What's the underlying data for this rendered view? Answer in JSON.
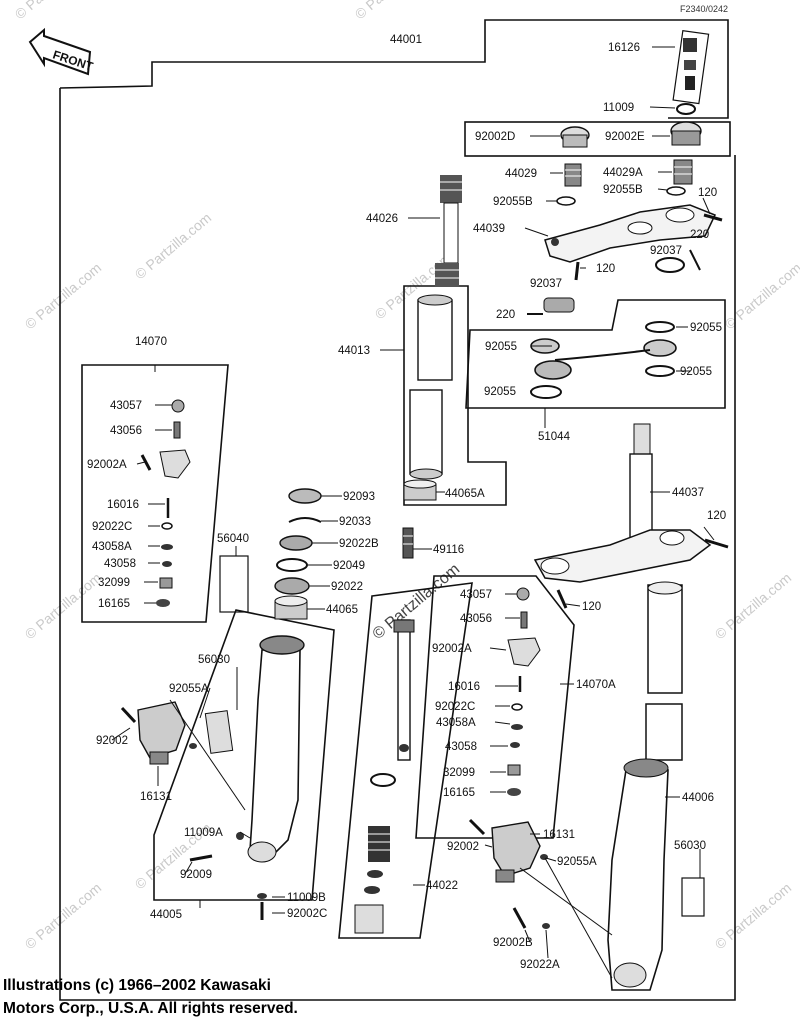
{
  "figure_ref": "F2340/0242",
  "front_label": "FRONT",
  "watermark": "© Partzilla.com",
  "copyright": {
    "line1": "Illustrations (c) 1966–2002 Kawasaki",
    "line2": "Motors Corp., U.S.A.  All rights reserved."
  },
  "parts": {
    "p44001": "44001",
    "p16126": "16126",
    "p11009": "11009",
    "p92002D": "92002D",
    "p92002E": "92002E",
    "p44029": "44029",
    "p44029A": "44029A",
    "p92055B_l": "92055B",
    "p92055B_r": "92055B",
    "p120_a": "120",
    "p44039": "44039",
    "p220_a": "220",
    "p92037_a": "92037",
    "p92037_b": "92037",
    "p120_b": "120",
    "p44026": "44026",
    "p220_b": "220",
    "p92055_a": "92055",
    "p92055_b": "92055",
    "p92055_c": "92055",
    "p92055_d": "92055",
    "p51044": "51044",
    "p44013": "44013",
    "p44065A": "44065A",
    "p14070": "14070",
    "p43057_l": "43057",
    "p43056_l": "43056",
    "p92002A_l": "92002A",
    "p16016_l": "16016",
    "p92022C_l": "92022C",
    "p43058A_l": "43058A",
    "p43058_l": "43058",
    "p32099_l": "32099",
    "p16165_l": "16165",
    "p92093": "92093",
    "p92033": "92033",
    "p92022B": "92022B",
    "p92049": "92049",
    "p92022": "92022",
    "p44065": "44065",
    "p49116": "49116",
    "p56040": "56040",
    "p44037": "44037",
    "p120_c": "120",
    "p120_d": "120",
    "p43057_r": "43057",
    "p43056_r": "43056",
    "p92002A_r": "92002A",
    "p14070A": "14070A",
    "p16016_r": "16016",
    "p92022C_r": "92022C",
    "p43058A_r": "43058A",
    "p43058_r": "43058",
    "p32099_r": "32099",
    "p16165_r": "16165",
    "p56030_l": "56030",
    "p92055A_l": "92055A",
    "p92002_l": "92002",
    "p16131_l": "16131",
    "p11009A": "11009A",
    "p92009": "92009",
    "p44005": "44005",
    "p11009B": "11009B",
    "p92002C": "92002C",
    "p44022": "44022",
    "p44006": "44006",
    "p16131_r": "16131",
    "p92002_r": "92002",
    "p92055A_r": "92055A",
    "p56030_r": "56030",
    "p92002B": "92002B",
    "p92022A": "92022A"
  }
}
